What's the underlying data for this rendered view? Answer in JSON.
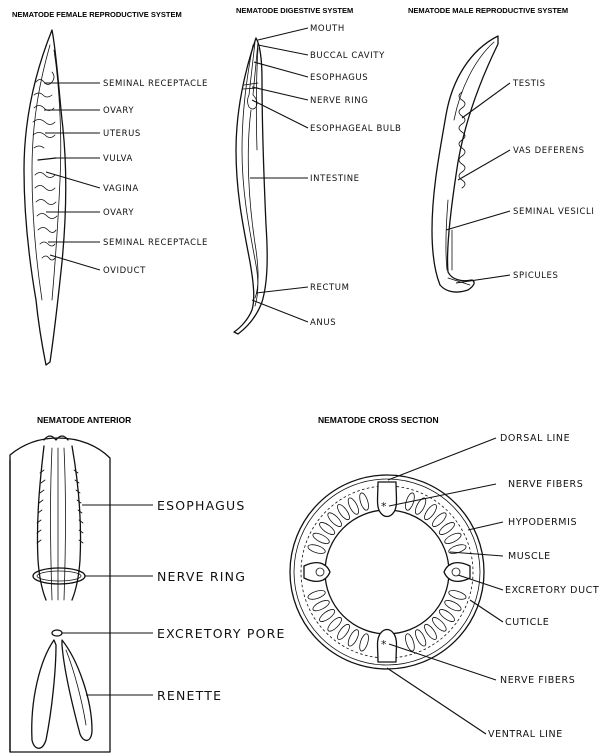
{
  "panels": {
    "female": {
      "title": "NEMATODE FEMALE REPRODUCTIVE SYSTEM",
      "labels": [
        "SEMINAL RECEPTACLE",
        "OVARY",
        "UTERUS",
        "VULVA",
        "VAGINA",
        "OVARY",
        "SEMINAL RECEPTACLE",
        "OVIDUCT"
      ]
    },
    "digestive": {
      "title": "NEMATODE DIGESTIVE SYSTEM",
      "labels": [
        "MOUTH",
        "BUCCAL CAVITY",
        "ESOPHAGUS",
        "NERVE RING",
        "ESOPHAGEAL BULB",
        "INTESTINE",
        "RECTUM",
        "ANUS"
      ]
    },
    "male": {
      "title": "NEMATODE MALE REPRODUCTIVE SYSTEM",
      "labels": [
        "TESTIS",
        "VAS DEFERENS",
        "SEMINAL VESICLI",
        "SPICULES"
      ]
    },
    "anterior": {
      "title": "NEMATODE ANTERIOR",
      "labels": [
        "ESOPHAGUS",
        "NERVE RING",
        "EXCRETORY PORE",
        "RENETTE"
      ]
    },
    "cross_section": {
      "title": "NEMATODE CROSS SECTION",
      "labels": [
        "DORSAL LINE",
        "NERVE FIBERS",
        "HYPODERMIS",
        "MUSCLE",
        "EXCRETORY DUCT",
        "CUTICLE",
        "NERVE FIBERS",
        "VENTRAL LINE"
      ]
    }
  }
}
